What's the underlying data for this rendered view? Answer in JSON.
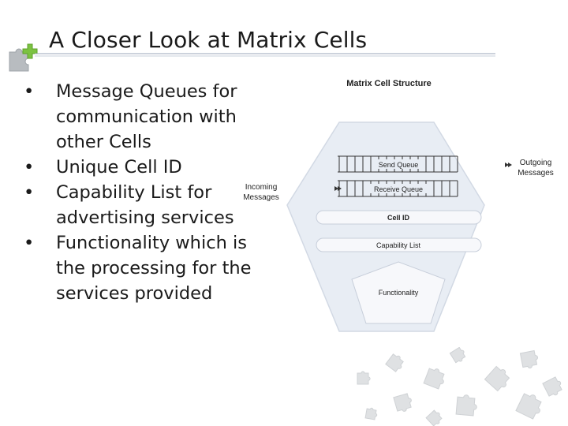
{
  "slide": {
    "title": "A Closer Look at Matrix Cells",
    "bullets": [
      "Message Queues for communication with other Cells",
      "Unique Cell ID",
      "Capability List for advertising services",
      "Functionality which is the processing for the services provided"
    ],
    "bullet_char": "•"
  },
  "diagram": {
    "title": "Matrix Cell Structure",
    "incoming_label_line1": "Incoming",
    "incoming_label_line2": "Messages",
    "outgoing_label_line1": "Outgoing",
    "outgoing_label_line2": "Messages",
    "send_queue": "Send Queue",
    "receive_queue": "Receive Queue",
    "cell_id": "Cell ID",
    "capability_list": "Capability List",
    "functionality": "Functionality"
  },
  "icons": {
    "header": "puzzle-piece-plus-icon",
    "decoration": "puzzle-pattern-icon"
  },
  "colors": {
    "cell_fill": "#e8edf4",
    "pill_fill": "#f7f8fb",
    "plus_green": "#7cc242",
    "puzzle_gray": "#b8bcc0"
  }
}
